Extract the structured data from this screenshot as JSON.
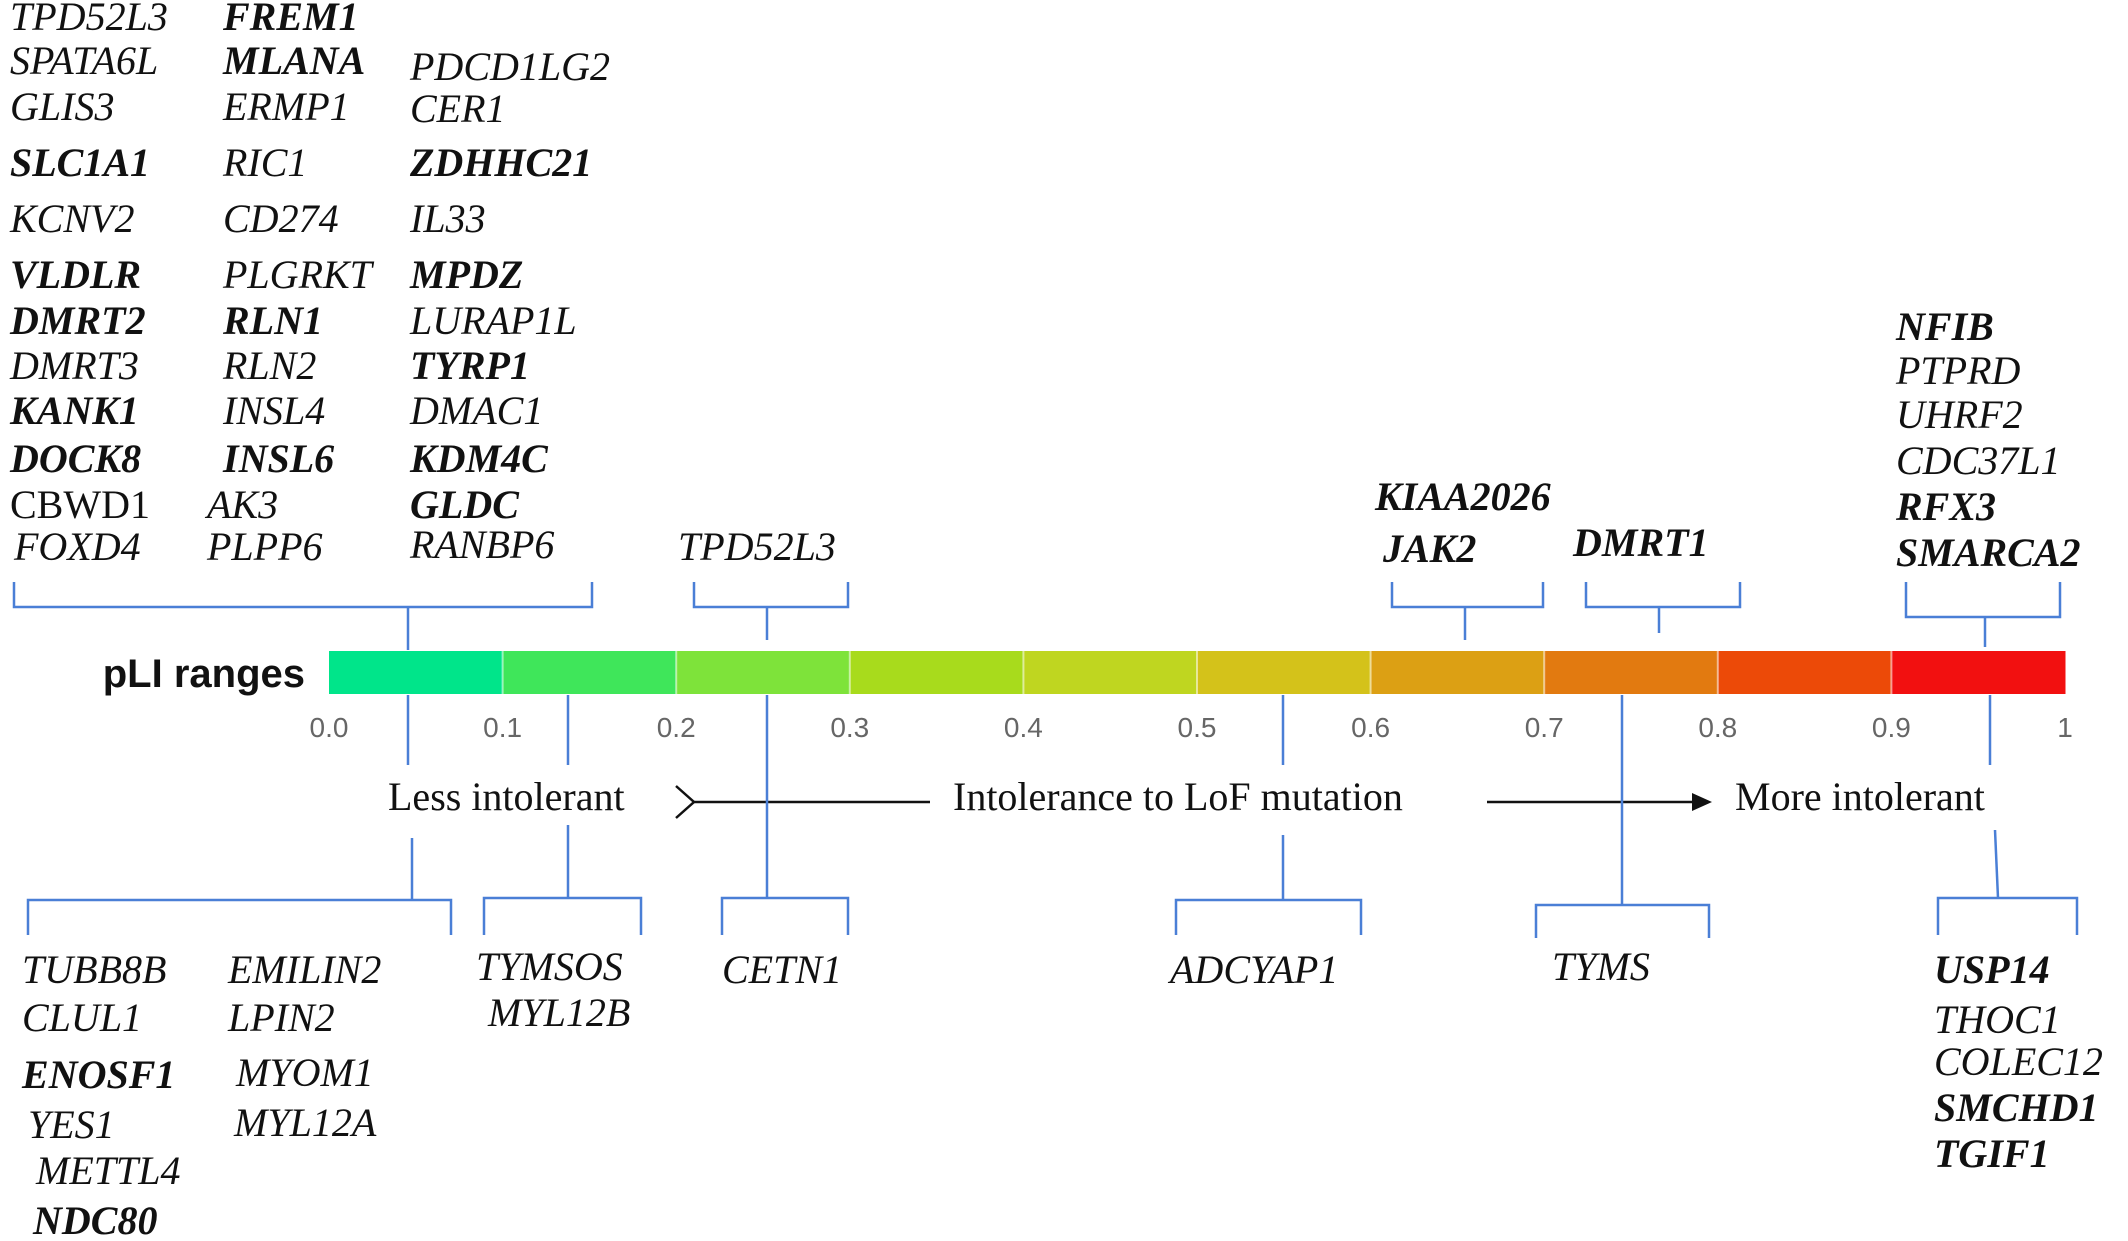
{
  "scale": {
    "title": "pLI ranges",
    "ticks": [
      "0.0",
      "0.1",
      "0.2",
      "0.3",
      "0.4",
      "0.5",
      "0.6",
      "0.7",
      "0.8",
      "0.9",
      "1"
    ],
    "segment_colors": [
      "#00e58a",
      "#3fe65a",
      "#7ee33a",
      "#a8db1c",
      "#bfd620",
      "#d4c21a",
      "#dca014",
      "#e27a10",
      "#ec4a08",
      "#f21010"
    ]
  },
  "axis": {
    "left_label": "Less intolerant",
    "center_label": "Intolerance to LoF mutation",
    "right_label": "More intolerant"
  },
  "groups_top": [
    {
      "range": "0.0-0.1",
      "columns": [
        [
          {
            "name": "TPD52L3",
            "bold": false
          },
          {
            "name": "SPATA6L",
            "bold": false
          },
          {
            "name": "GLIS3",
            "bold": false
          },
          {
            "name": "SLC1A1",
            "bold": true
          },
          {
            "name": "KCNV2",
            "bold": false
          },
          {
            "name": "VLDLR",
            "bold": true
          },
          {
            "name": "DMRT2",
            "bold": true
          },
          {
            "name": "DMRT3",
            "bold": false
          },
          {
            "name": "KANK1",
            "bold": true
          },
          {
            "name": "DOCK8",
            "bold": true
          },
          {
            "name": "CBWD1",
            "bold": false,
            "plain": true
          },
          {
            "name": "FOXD4",
            "bold": false
          }
        ],
        [
          {
            "name": "FREM1",
            "bold": true
          },
          {
            "name": "MLANA",
            "bold": true
          },
          {
            "name": "ERMP1",
            "bold": false
          },
          {
            "name": "RIC1",
            "bold": false
          },
          {
            "name": "CD274",
            "bold": false
          },
          {
            "name": "PLGRKT",
            "bold": false
          },
          {
            "name": "RLN1",
            "bold": true
          },
          {
            "name": "RLN2",
            "bold": false
          },
          {
            "name": "INSL4",
            "bold": false
          },
          {
            "name": "INSL6",
            "bold": true
          },
          {
            "name": "AK3",
            "bold": false
          },
          {
            "name": "PLPP6",
            "bold": false
          }
        ],
        [
          {
            "name": "PDCD1LG2",
            "bold": false
          },
          {
            "name": "CER1",
            "bold": false
          },
          {
            "name": "ZDHHC21",
            "bold": true
          },
          {
            "name": "IL33",
            "bold": false
          },
          {
            "name": "MPDZ",
            "bold": true
          },
          {
            "name": "LURAP1L",
            "bold": false
          },
          {
            "name": "TYRP1",
            "bold": true
          },
          {
            "name": "DMAC1",
            "bold": false
          },
          {
            "name": "KDM4C",
            "bold": true
          },
          {
            "name": "GLDC",
            "bold": true
          },
          {
            "name": "RANBP6",
            "bold": false
          }
        ]
      ]
    },
    {
      "range": "0.2-0.3",
      "columns": [
        [
          {
            "name": "TPD52L3",
            "bold": false
          }
        ]
      ]
    },
    {
      "range": "0.6-0.7",
      "columns": [
        [
          {
            "name": "KIAA2026",
            "bold": true
          },
          {
            "name": "JAK2",
            "bold": true
          }
        ]
      ]
    },
    {
      "range": "0.7-0.8",
      "columns": [
        [
          {
            "name": "DMRT1",
            "bold": true
          }
        ]
      ]
    },
    {
      "range": "0.9-1",
      "columns": [
        [
          {
            "name": "NFIB",
            "bold": true
          },
          {
            "name": "PTPRD",
            "bold": false
          },
          {
            "name": "UHRF2",
            "bold": false
          },
          {
            "name": "CDC37L1",
            "bold": false
          },
          {
            "name": "RFX3",
            "bold": true
          },
          {
            "name": "SMARCA2",
            "bold": true
          }
        ]
      ]
    }
  ],
  "groups_bottom": [
    {
      "range": "0.0-0.1",
      "columns": [
        [
          {
            "name": "TUBB8B",
            "bold": false
          },
          {
            "name": "CLUL1",
            "bold": false
          },
          {
            "name": "ENOSF1",
            "bold": true
          },
          {
            "name": "YES1",
            "bold": false
          },
          {
            "name": "METTL4",
            "bold": false
          },
          {
            "name": "NDC80",
            "bold": true
          }
        ],
        [
          {
            "name": "EMILIN2",
            "bold": false
          },
          {
            "name": "LPIN2",
            "bold": false
          },
          {
            "name": "MYOM1",
            "bold": false
          },
          {
            "name": "MYL12A",
            "bold": false
          }
        ]
      ]
    },
    {
      "range": "0.1-0.2",
      "columns": [
        [
          {
            "name": "TYMSOS",
            "bold": false
          },
          {
            "name": "MYL12B",
            "bold": false
          }
        ]
      ]
    },
    {
      "range": "0.2-0.3",
      "columns": [
        [
          {
            "name": "CETN1",
            "bold": false
          }
        ]
      ]
    },
    {
      "range": "0.5-0.6",
      "columns": [
        [
          {
            "name": "ADCYAP1",
            "bold": false
          }
        ]
      ]
    },
    {
      "range": "0.7-0.8",
      "columns": [
        [
          {
            "name": "TYMS",
            "bold": false
          }
        ]
      ]
    },
    {
      "range": "0.9-1",
      "columns": [
        [
          {
            "name": "USP14",
            "bold": true
          },
          {
            "name": "THOC1",
            "bold": false
          },
          {
            "name": "COLEC12",
            "bold": false
          },
          {
            "name": "SMCHD1",
            "bold": true
          },
          {
            "name": "TGIF1",
            "bold": true
          }
        ]
      ]
    }
  ]
}
